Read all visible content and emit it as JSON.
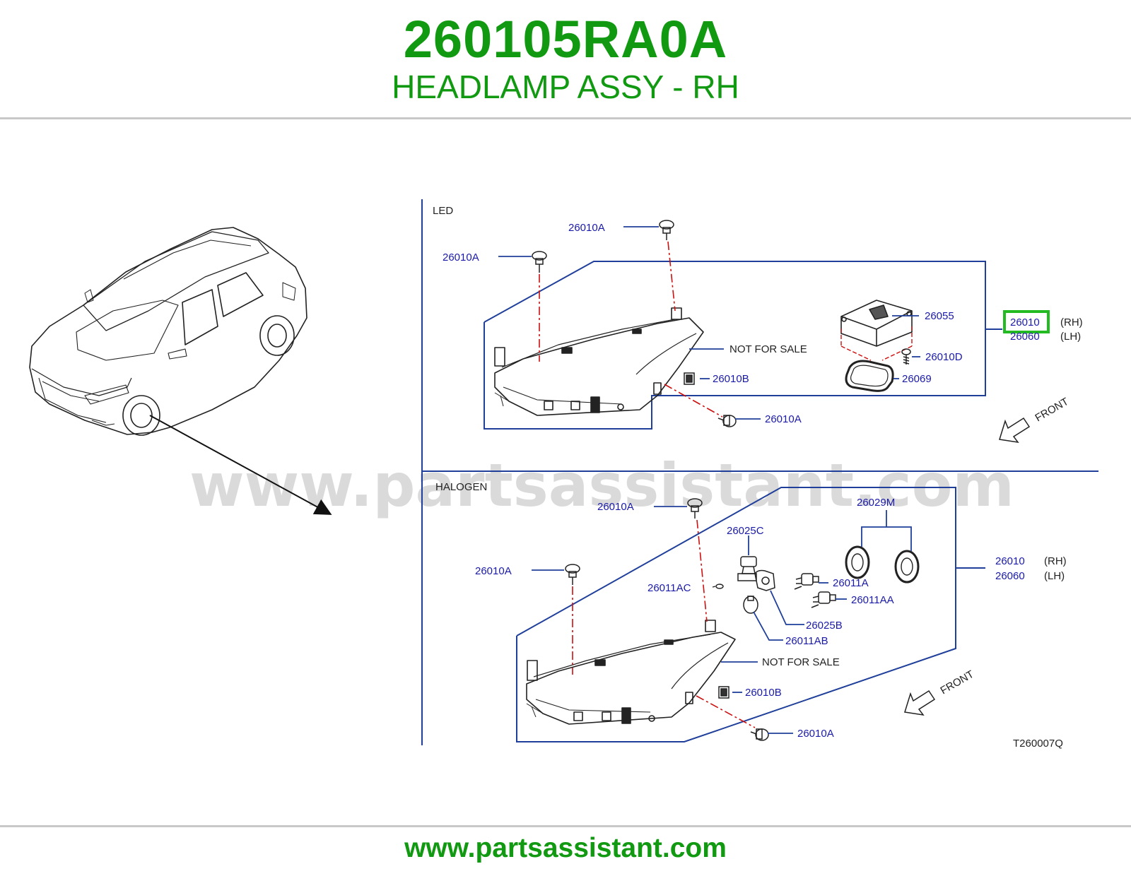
{
  "header": {
    "part_number": "260105RA0A",
    "description": "HEADLAMP ASSY - RH"
  },
  "footer": {
    "url": "www.partsassistant.com"
  },
  "watermark": "www.partsassistant.com",
  "colors": {
    "brand_green": "#119911",
    "callout_blue": "#1a1aa8",
    "leader_blue": "#1f3f9a",
    "dash_red": "#cc1111",
    "highlight": "#22bb22"
  },
  "diagram": {
    "led": {
      "section_label": "LED",
      "callouts": {
        "bolt_top_left": "26010A",
        "bolt_top_right": "26010A",
        "module": "26055",
        "assy_rh": "26010",
        "assy_lh": "26060",
        "rh": "(RH)",
        "lh": "(LH)",
        "screw": "26010D",
        "gasket": "26069",
        "clip": "26010B",
        "bolt_bottom": "26010A",
        "not_for_sale": "NOT   FOR   SALE",
        "front": "FRONT"
      }
    },
    "halogen": {
      "section_label": "HALOGEN",
      "callouts": {
        "bolt_top_right": "26010A",
        "bolt_top_left": "26010A",
        "cap": "26029M",
        "assy_rh": "26010",
        "assy_lh": "26060",
        "rh": "(RH)",
        "lh": "(LH)",
        "socket_c": "26025C",
        "bulb_ac": "26011AC",
        "bulb_a": "26011A",
        "bulb_aa": "26011AA",
        "socket_b": "26025B",
        "bulb_ab": "26011AB",
        "clip": "26010B",
        "bolt_bottom": "26010A",
        "not_for_sale": "NOT   FOR   SALE",
        "front": "FRONT"
      }
    },
    "drawing_code": "T260007Q",
    "highlighted_part": "26010"
  }
}
